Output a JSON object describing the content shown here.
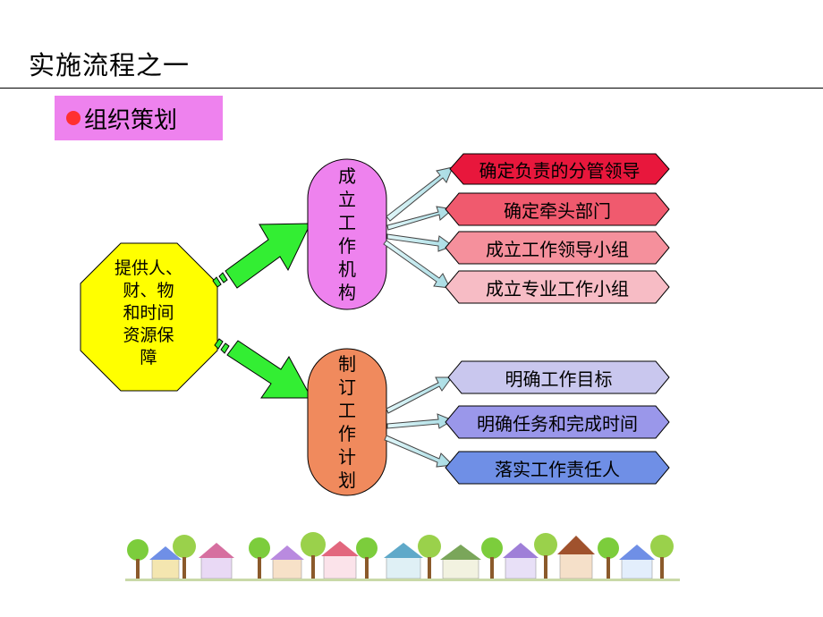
{
  "slide": {
    "title": "实施流程之一",
    "section_label": "组织策划"
  },
  "diagram": {
    "source": "提供人、财、物和时间资源保障",
    "source_lines": [
      "提供人、",
      "财、物",
      "和时间",
      "资源保",
      "障"
    ],
    "branches": [
      {
        "label": "成立工作机构",
        "chars": [
          "成",
          "立",
          "工",
          "作",
          "机",
          "构"
        ],
        "color": "#ee82ee",
        "items": [
          {
            "label": "确定负责的分管领导",
            "color": "#e8173c"
          },
          {
            "label": "确定牵头部门",
            "color": "#f05a6e"
          },
          {
            "label": "成立工作领导小组",
            "color": "#f5909c"
          },
          {
            "label": "成立专业工作小组",
            "color": "#f7bcc5"
          }
        ]
      },
      {
        "label": "制订工作计划",
        "chars": [
          "制",
          "订",
          "工",
          "作",
          "计",
          "划"
        ],
        "color": "#f08a5d",
        "items": [
          {
            "label": "明确工作目标",
            "color": "#c9c7ee"
          },
          {
            "label": "明确任务和完成时间",
            "color": "#9a97ea"
          },
          {
            "label": "落实工作责任人",
            "color": "#6f8fe6"
          }
        ]
      }
    ]
  },
  "colors": {
    "source_fill": "#ffff00",
    "arrow_fill": "#33ee33",
    "connector_fill": "#c8eef2"
  },
  "icons": [
    "village-illustration"
  ]
}
